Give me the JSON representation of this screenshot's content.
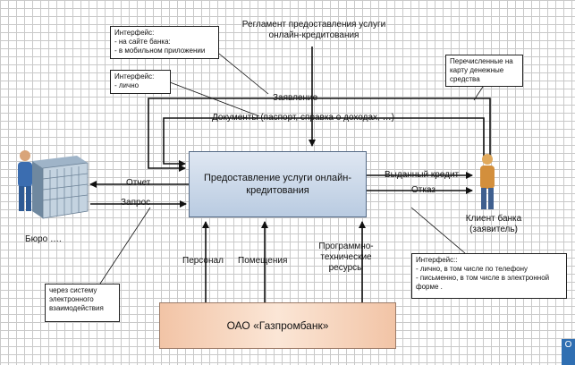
{
  "regulation_label": "Регламент предоставления услуги онлайн-кредитования",
  "process_label": "Предоставление услуги онлайн-кредитования",
  "bank_label": "ОАО «Газпромбанк»",
  "flows": {
    "application": "Заявление",
    "documents": "Документы (паспорт, справка о доходах, …)",
    "report": "Отчет",
    "request": "Запрос",
    "issued_credit": "Выданный кредит",
    "refusal": "Отказ"
  },
  "resources": {
    "staff": "Персонал",
    "premises": "Помещения",
    "software_line1": "Программно-",
    "software_line2": "технические",
    "software_line3": "ресурсы"
  },
  "actors": {
    "bureau": "Бюро ….",
    "client_line1": "Клиент банка",
    "client_line2": "(заявитель)"
  },
  "notes": {
    "online_interface": [
      "Интерфейс:",
      "- на сайте банка:",
      "- в мобильном приложении"
    ],
    "personal_interface": [
      "Интерфейс:",
      "- лично"
    ],
    "funds": [
      "Перечисленные на",
      "карту денежные",
      "средства"
    ],
    "system": [
      "через систему",
      "электронного",
      "взаимодействия"
    ],
    "client_interface": [
      "Интерфейс::",
      "- лично, в том числе по телефону",
      "- письменно, в том числе в электронной",
      "форме ."
    ]
  },
  "corner_label": "O",
  "colors": {
    "process_fill": "#c9d6e8",
    "bank_fill": "#f6d2bb",
    "grid": "#c9c9c9"
  }
}
